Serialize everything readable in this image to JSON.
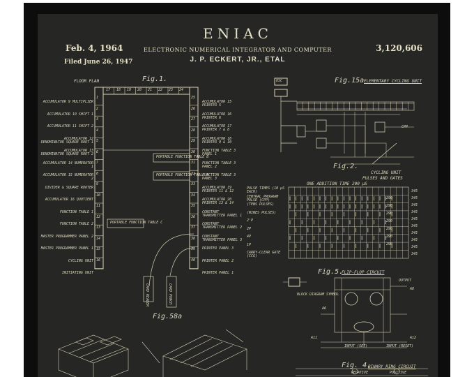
{
  "header": {
    "title": "ENIAC",
    "subtitle": "ELECTRONIC NUMERICAL INTEGRATOR AND COMPUTER",
    "inventor": "J. P. ECKERT, JR., ETAL",
    "date": "Feb. 4, 1964",
    "patent_number": "3,120,606",
    "filed": "Filed June 26, 1947"
  },
  "figures": {
    "fig1": "Fig.1.",
    "floor_plan": "FLOOR PLAN",
    "fig15a": "Fig.15a",
    "fig15a_caption": "ELEMENTARY CYCLING UNIT",
    "fig2": "Fig.2.",
    "fig2_caption_1": "CYCLING UNIT",
    "fig2_caption_2": "PULSES AND GATES",
    "fig5": "Fig.5.",
    "fig5_caption": "FLIP-FLOP CIRCUIT",
    "block_diagram": "BLOCK DIAGRAM SYMBOL",
    "fig58a": "Fig.58a",
    "fig4": "Fig. 4.",
    "fig4_caption": "BINARY RING CIRCUIT",
    "negative": "NEGATIVE",
    "positive": "POSITIVE"
  },
  "floor_plan": {
    "left_panels": [
      "ACCUMULATOR 9 MULTIPLIER",
      "ACCUMULATOR 10 SHIFT 1",
      "ACCUMULATOR 11 SHIFT 2",
      "ACCUMULATOR 12 DENOMINATOR SQUARE ROOT 1",
      "ACCUMULATOR 13 DENOMINATOR SQUARE ROOT 2",
      "ACCUMULATOR 14 NUMERATOR 1",
      "ACCUMULATOR 15 NUMERATOR 2",
      "DIVIDER & SQUARE ROOTER",
      "ACCUMULATOR 16 QUOTIENT",
      "FUNCTION TABLE 1",
      "FUNCTION TABLE 2",
      "MASTER PROGRAMMER PANEL 2",
      "MASTER PROGRAMMER PANEL 1",
      "CYCLING UNIT",
      "INITIATING UNIT"
    ],
    "right_panels": [
      "ACCUMULATOR 15 PRINTER 5",
      "ACCUMULATOR 16 PRINTER 6",
      "ACCUMULATOR 17 PRINTER 7 & 8",
      "ACCUMULATOR 18 PRINTER 9 & 10",
      "FUNCTION TABLE 3 PANEL 1",
      "FUNCTION TABLE 3 PANEL 2",
      "FUNCTION TABLE 3 PANEL 3",
      "ACCUMULATOR 19 PRINTER 11 & 12",
      "ACCUMULATOR 20 PRINTER 13 & 14",
      "CONSTANT TRANSMITTER PANEL 1",
      "CONSTANT TRANSMITTER PANEL 2",
      "CONSTANT TRANSMITTER PANEL 3",
      "PRINTER PANEL 3",
      "PRINTER PANEL 2",
      "PRINTER PANEL 1"
    ],
    "top_numbers": [
      "17",
      "18",
      "19",
      "20",
      "21",
      "22",
      "23",
      "24"
    ],
    "left_numbers": [
      "1",
      "2",
      "3",
      "4",
      "5",
      "6",
      "7",
      "8",
      "9",
      "10",
      "11",
      "12",
      "13",
      "14",
      "15",
      "16"
    ],
    "right_numbers": [
      "25",
      "26",
      "27",
      "28",
      "29",
      "30",
      "31",
      "32",
      "33",
      "34",
      "35",
      "36",
      "37",
      "38",
      "39",
      "40"
    ],
    "portable_table_1": "PORTABLE FUNCTION TABLE B",
    "portable_table_2": "PORTABLE FUNCTION TABLE A",
    "portable_table_3": "PORTABLE FUNCTION TABLE C",
    "card_reader": "CARD READER",
    "card_punch": "CARD PUNCH"
  },
  "timing": {
    "heading": "ONE ADDITION TIME 200 μS",
    "left_labels": [
      "PULSE TIMES (10 μS EACH)",
      "CENTRAL PROGRAM PULSE (CPP)",
      "(TENS PULSES)",
      "(NINES PULSES)",
      "2'P",
      "2P",
      "4P",
      "1P",
      "CARRY-CLEAR GATE (CCG)"
    ],
    "values_290": [
      "290",
      "290",
      "290",
      "290",
      "290",
      "290",
      "290"
    ],
    "values_345": [
      "345",
      "345",
      "345",
      "345",
      "345",
      "345",
      "345",
      "345",
      "345",
      "345"
    ]
  },
  "flip_flop": {
    "labels": [
      "OUTPUT",
      "A8",
      "A6",
      "A11",
      "A12",
      "INPUT (SET)",
      "INPUT (RESET)"
    ]
  },
  "cycling_unit": {
    "labels": [
      "OSC",
      "CPP"
    ]
  }
}
